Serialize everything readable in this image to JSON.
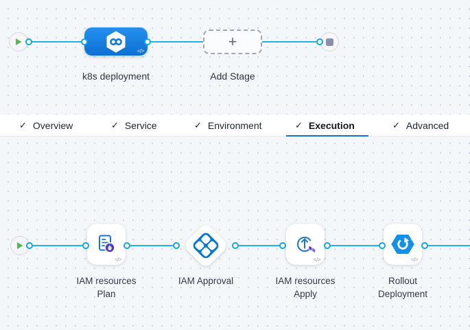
{
  "stage_graph": {
    "stage": {
      "label": "k8s deployment",
      "type_icon": "infinity-hexagon-icon",
      "code_badge": "</>"
    },
    "add_stage": {
      "label": "Add Stage",
      "plus_icon": "+"
    }
  },
  "tab_bar": {
    "check_icon": "✓",
    "tabs": [
      {
        "label": "Overview",
        "active": false
      },
      {
        "label": "Service",
        "active": false
      },
      {
        "label": "Environment",
        "active": false
      },
      {
        "label": "Execution",
        "active": true
      },
      {
        "label": "Advanced",
        "active": false
      }
    ]
  },
  "execution_graph": {
    "steps": [
      {
        "label_line1": "IAM resources",
        "label_line2": "Plan",
        "icon": "terraform-plan-icon",
        "code_badge": "</>"
      },
      {
        "label_line1": "IAM Approval",
        "label_line2": "",
        "icon": "approval-diamond-icon",
        "code_badge": ""
      },
      {
        "label_line1": "IAM resources",
        "label_line2": "Apply",
        "icon": "terraform-apply-icon",
        "code_badge": "</>"
      },
      {
        "label_line1": "Rollout",
        "label_line2": "Deployment",
        "icon": "rollout-icon",
        "code_badge": "</>"
      }
    ]
  },
  "colors": {
    "connector_line": "#22b1ef",
    "port_ring": "#0fa8e6",
    "active_tab_underline": "#0f74c9",
    "stage_node_gradient_top": "#2490ee",
    "stage_node_gradient_bottom": "#0d70d3",
    "approval_blue": "#0278d5",
    "rollout_blue": "#1291ea",
    "terraform_purple": "#5c4ee5",
    "plan_badge_purple": "#4f3cc0",
    "play_green": "#58b754",
    "stop_gray": "#8c8fa9"
  }
}
